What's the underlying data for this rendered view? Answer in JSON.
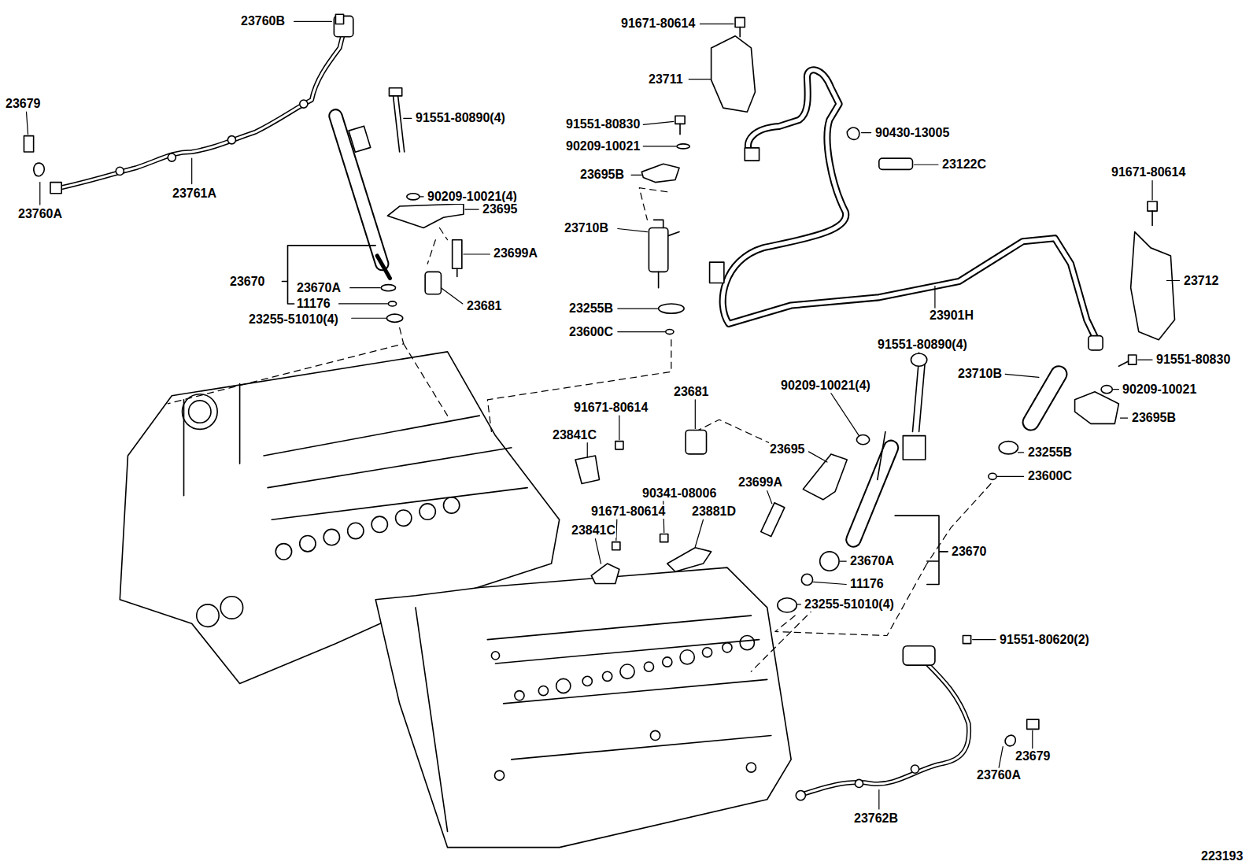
{
  "diagram": {
    "labels": [
      "23760B",
      "23679",
      "23760A",
      "23761A",
      "91551-80890(4)",
      "90209-10021(4)",
      "23695",
      "23699A",
      "23681",
      "23670",
      "23670A",
      "11176",
      "23255-51010(4)",
      "91671-80614",
      "23711",
      "91551-80830",
      "90209-10021",
      "23695B",
      "90430-13005",
      "23122C",
      "23710B",
      "23255B",
      "23600C",
      "91671-80614",
      "23712",
      "23901H",
      "91551-80890(4)",
      "90209-10021(4)",
      "91551-80830",
      "90209-10021",
      "23710B",
      "23695B",
      "23681",
      "91671-80614",
      "23841C",
      "23695",
      "23255B",
      "23600C",
      "23699A",
      "90341-08006",
      "91671-80614",
      "23881D",
      "23841C",
      "23670A",
      "23670",
      "11176",
      "23255-51010(4)",
      "91551-80620(2)",
      "23679",
      "23760A",
      "23762B",
      "223193"
    ]
  }
}
